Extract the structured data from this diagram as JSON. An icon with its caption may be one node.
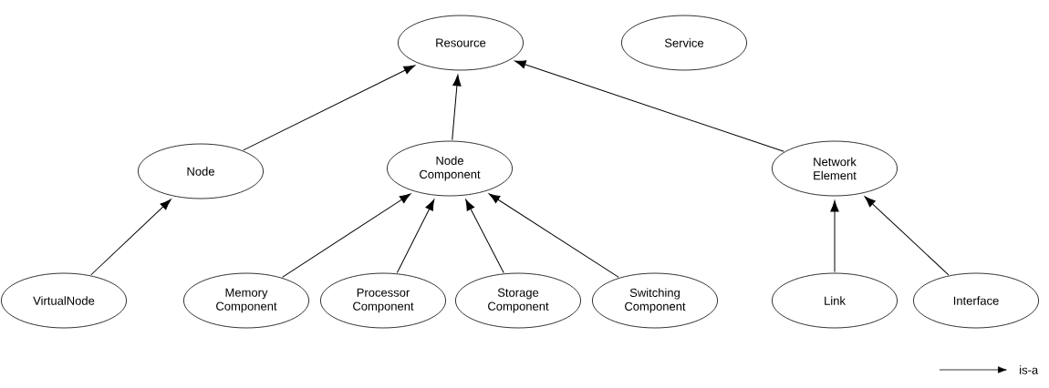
{
  "diagram": {
    "nodes": [
      {
        "text": [
          "Resource"
        ]
      },
      {
        "text": [
          "Service"
        ]
      },
      {
        "text": [
          "Node"
        ]
      },
      {
        "text": [
          "Node Component"
        ]
      },
      {
        "text": [
          "Network Element"
        ]
      },
      {
        "text": [
          "VirtualNode"
        ]
      },
      {
        "text": [
          "Memory Component"
        ]
      },
      {
        "text": [
          "Processor Component"
        ]
      },
      {
        "text": [
          "Storage Component"
        ]
      },
      {
        "text": [
          "Switching Component"
        ]
      },
      {
        "text": [
          "Link"
        ]
      },
      {
        "text": [
          "Interface"
        ]
      }
    ],
    "edges": [
      {
        "from": 2,
        "to": 0,
        "arrow": "to"
      },
      {
        "from": 3,
        "to": 0,
        "arrow": "to"
      },
      {
        "from": 4,
        "to": 0,
        "arrow": "to"
      },
      {
        "from": 5,
        "to": 2,
        "arrow": "to"
      },
      {
        "from": 6,
        "to": 3,
        "arrow": "to"
      },
      {
        "from": 7,
        "to": 3,
        "arrow": "to"
      },
      {
        "from": 8,
        "to": 3,
        "arrow": "to"
      },
      {
        "from": 9,
        "to": 3,
        "arrow": "to"
      },
      {
        "from": 10,
        "to": 4,
        "arrow": "to"
      },
      {
        "from": 11,
        "to": 4,
        "arrow": "to"
      }
    ],
    "legend": [
      {
        "text": "is-a"
      }
    ]
  }
}
